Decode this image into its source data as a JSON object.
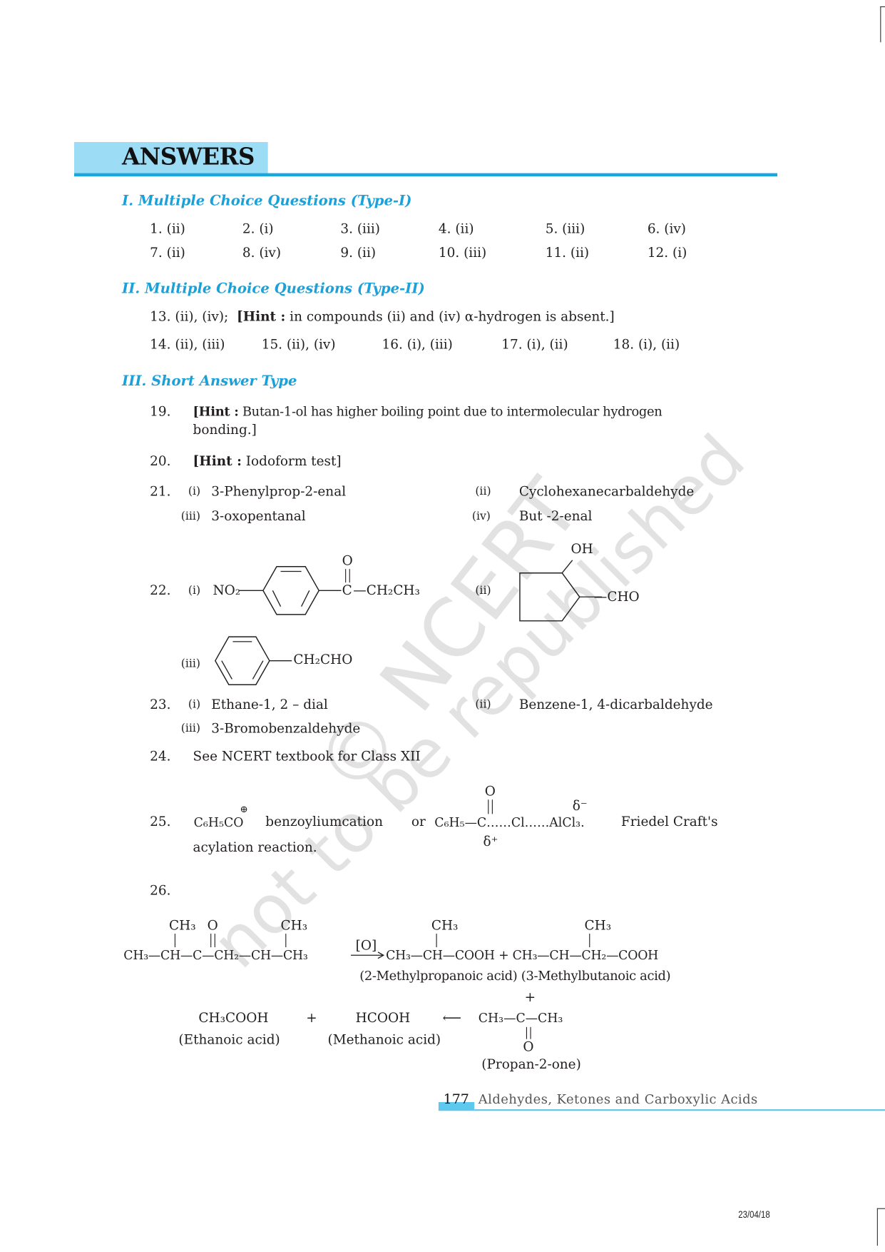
{
  "watermark": {
    "line1": "© NCERT",
    "line2": "not to be republished"
  },
  "header": {
    "title": "ANSWERS",
    "accent_color": "#1aa7e0",
    "box_color": "#9ddcf5"
  },
  "section1": {
    "title": "I. Multiple Choice Questions (Type-I)",
    "answers": [
      "1. (ii)",
      "2. (i)",
      "3. (iii)",
      "4. (ii)",
      "5. (iii)",
      "6. (iv)",
      "7. (ii)",
      "8. (iv)",
      "9. (ii)",
      "10. (iii)",
      "11. (ii)",
      "12. (i)"
    ]
  },
  "section2": {
    "title": "II. Multiple Choice Questions (Type-II)",
    "q13": {
      "answer": "13. (ii), (iv);",
      "hint_label": "[Hint :",
      "hint_text": " in compounds (ii) and (iv) α-hydrogen is absent.]"
    },
    "answers": [
      "14. (ii), (iii)",
      "15. (ii), (iv)",
      "16. (i), (iii)",
      "17. (i), (ii)",
      "18. (i), (ii)"
    ]
  },
  "section3": {
    "title": "III. Short Answer Type",
    "q19": {
      "num": "19.",
      "hint_label": "[Hint :",
      "text": " Butan-1-ol has higher boiling point due to intermolecular hydrogen",
      "text2": "bonding.]"
    },
    "q20": {
      "num": "20.",
      "hint_label": "[Hint :",
      "text": " Iodoform test]"
    },
    "q21": {
      "num": "21.",
      "items": [
        {
          "label": "(i)",
          "text": "3-Phenylprop-2-enal"
        },
        {
          "label": "(ii)",
          "text": "Cyclohexanecarbaldehyde"
        },
        {
          "label": "(iii)",
          "text": "3-oxopentanal"
        },
        {
          "label": "(iv)",
          "text": "But -2-enal"
        }
      ]
    },
    "q22": {
      "num": "22.",
      "i": {
        "label": "(i)",
        "left": "NO₂",
        "o": "O",
        "c": "C",
        "right": "—CH₂CH₃"
      },
      "ii": {
        "label": "(ii)",
        "oh": "OH",
        "cho": "—CHO"
      },
      "iii": {
        "label": "(iii)",
        "sub": "CH₂CHO"
      }
    },
    "q23": {
      "num": "23.",
      "items": [
        {
          "label": "(i)",
          "text": "Ethane-1, 2 – dial"
        },
        {
          "label": "(ii)",
          "text": "Benzene-1, 4-dicarbaldehyde"
        },
        {
          "label": "(iii)",
          "text": "3-Bromobenzaldehyde"
        }
      ]
    },
    "q24": {
      "num": "24.",
      "text": "See NCERT textbook for Class XII"
    },
    "q25": {
      "num": "25.",
      "cation": "C₆H₅CO",
      "plus_circle": "⊕",
      "name": "benzoyliumcation",
      "or": "or",
      "complex": "C₆H₅—C……Cl……AlCl₃.",
      "o": "O",
      "delta_minus": "δ⁻",
      "delta_plus": "δ⁺",
      "tail": "Friedel Craft's",
      "line2": "acylation reaction."
    },
    "q26": {
      "num": "26.",
      "reactant": "CH₃—CH—C—CH₂—CH—CH₃",
      "reactant_subs": [
        "CH₃",
        "O",
        "CH₃"
      ],
      "reagent": "[O]",
      "products": "CH₃—CH—COOH + CH₃—CH—CH₂—COOH",
      "product_subs": [
        "CH₃",
        "CH₃"
      ],
      "product_names": "(2-Methylpropanoic acid) (3-Methylbutanoic acid)",
      "plus": "+",
      "row2": {
        "ethanoic": "CH₃COOH",
        "plus": "+",
        "methanoic": "HCOOH",
        "arrow": "⟵",
        "acetone": "CH₃—C—CH₃",
        "o": "O",
        "ethanoic_name": "(Ethanoic acid)",
        "methanoic_name": "(Methanoic acid)",
        "acetone_name": "(Propan-2-one)"
      }
    }
  },
  "footer": {
    "page": "177",
    "chapter": "Aldehydes, Ketones and Carboxylic Acids",
    "date": "23/04/18"
  }
}
